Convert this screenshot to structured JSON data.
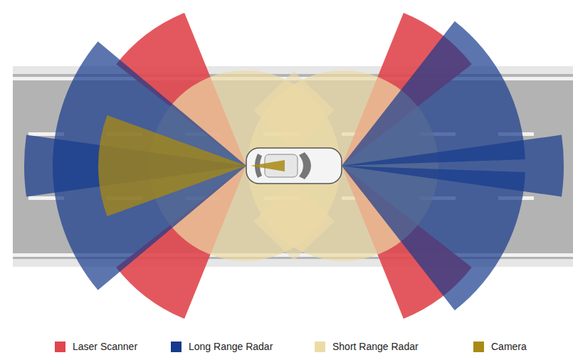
{
  "diagram": {
    "legend": [
      {
        "text": "Laser Scanner",
        "color": "#e0464d"
      },
      {
        "text": "Long Range Radar",
        "color": "#173a8c"
      },
      {
        "text": "Short Range Radar",
        "color": "#ecdba6"
      },
      {
        "text": "Camera",
        "color": "#a98a12"
      }
    ]
  }
}
